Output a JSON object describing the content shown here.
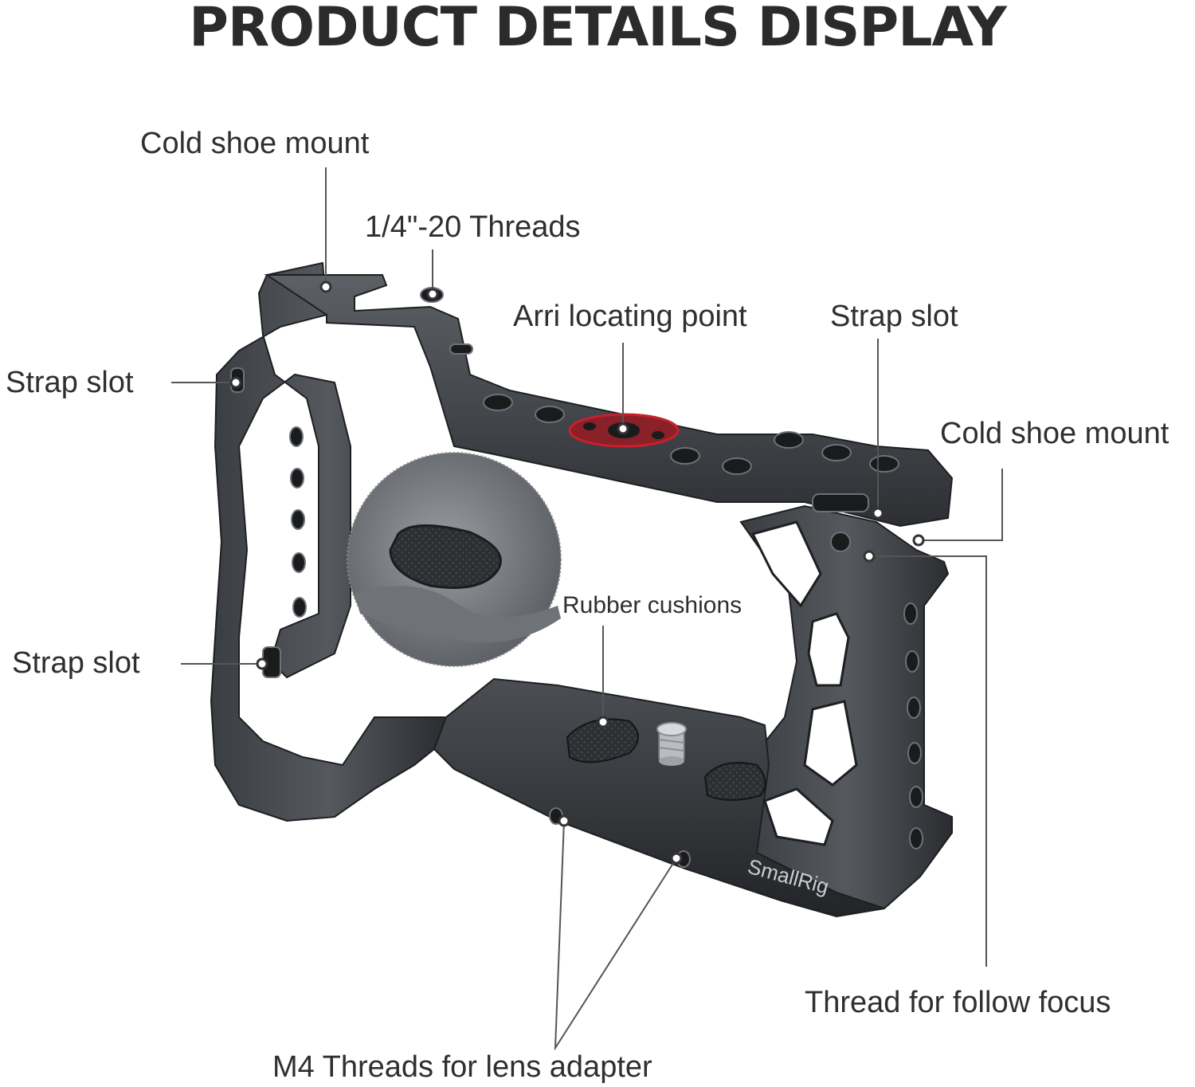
{
  "page_title": "PRODUCT DETAILS DISPLAY",
  "brand_engraving": "SmallRig",
  "callouts": {
    "cold_shoe_top": "Cold shoe mount",
    "quarter_threads": "1/4\"-20 Threads",
    "arri_point": "Arri locating point",
    "strap_slot_top_right": "Strap slot",
    "strap_slot_left_upper": "Strap slot",
    "cold_shoe_right": "Cold shoe mount",
    "rubber_cushions": "Rubber cushions",
    "strap_slot_left_lower": "Strap slot",
    "follow_focus_thread": "Thread for follow focus",
    "m4_threads": "M4 Threads for lens adapter"
  },
  "colors": {
    "metal_dark": "#2e3033",
    "metal_mid": "#4a4d52",
    "metal_light": "#6b6f75",
    "arri_accent": "#c8202c",
    "label_text": "#2f2f2f",
    "leader_line": "#555555"
  }
}
